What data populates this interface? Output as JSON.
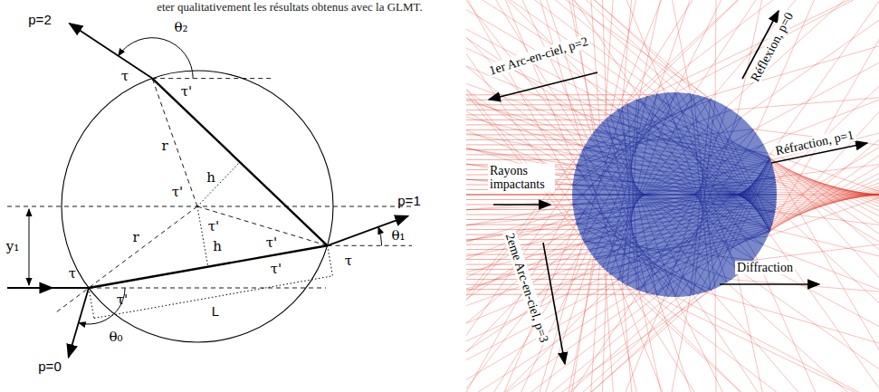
{
  "diagram": {
    "labels": [
      "eter qualitativement les résultats obtenus avec la GLMT.",
      "p=2",
      "θ₂",
      "τ",
      "τ'",
      "r",
      "h",
      "τ'",
      "p=1",
      "y₁",
      "r",
      "h",
      "τ'",
      "τ'",
      "τ",
      "θ₁",
      "τ",
      "τ'",
      "τ'",
      "L",
      "p=0",
      "θ₀",
      "1er Arc-en-ciel, p=2",
      "Réflexion, p=0",
      "Réfraction, p=1",
      "Rayons impactants",
      "2eme Arc-en-ciel, p=3",
      "Diffraction"
    ]
  }
}
